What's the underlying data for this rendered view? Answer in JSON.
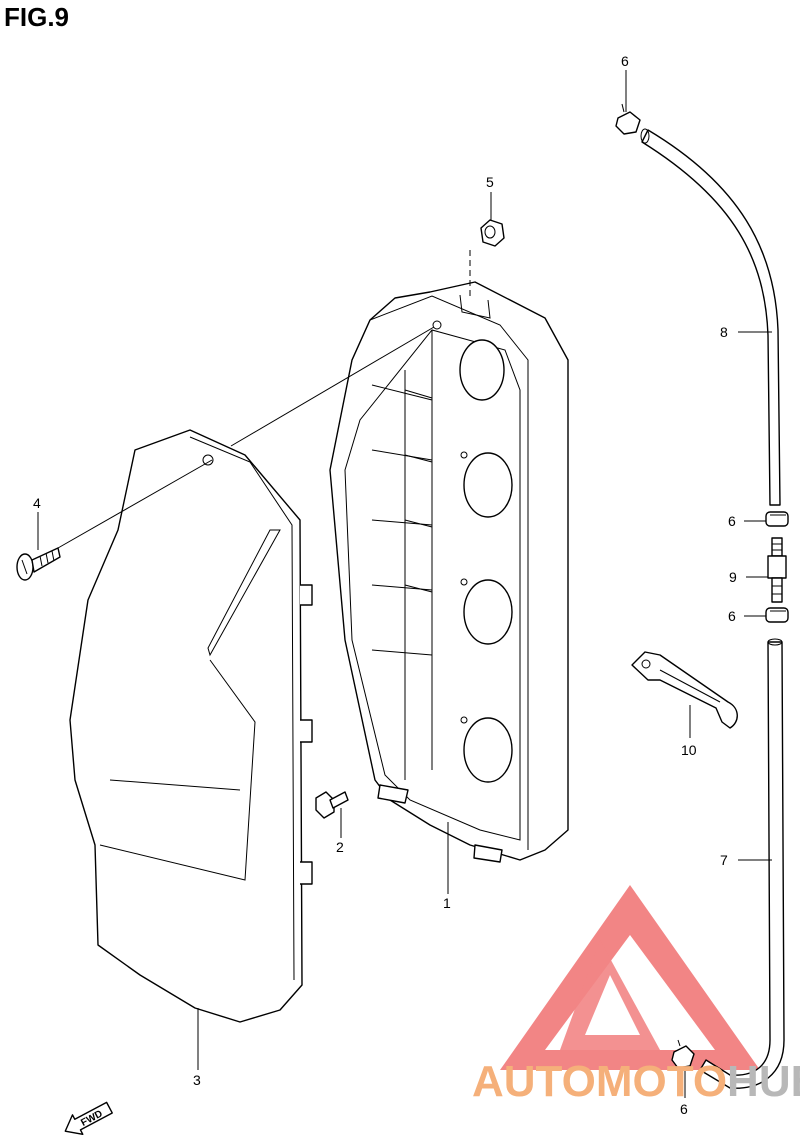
{
  "figure": {
    "title": "FIG.9"
  },
  "callouts": [
    {
      "id": "1",
      "label": "1"
    },
    {
      "id": "2",
      "label": "2"
    },
    {
      "id": "3",
      "label": "3"
    },
    {
      "id": "4",
      "label": "4"
    },
    {
      "id": "5",
      "label": "5"
    },
    {
      "id": "6a",
      "label": "6"
    },
    {
      "id": "6b",
      "label": "6"
    },
    {
      "id": "6c",
      "label": "6"
    },
    {
      "id": "6d",
      "label": "6"
    },
    {
      "id": "7",
      "label": "7"
    },
    {
      "id": "8",
      "label": "8"
    },
    {
      "id": "9",
      "label": "9"
    },
    {
      "id": "10",
      "label": "10"
    }
  ],
  "direction_marker": {
    "label": "FWD"
  },
  "watermark": {
    "part1": "AUTOMOTO",
    "part2": "HUB",
    "colors": {
      "logo": "#f07070",
      "part1": "#f5b07a",
      "part2": "#b8b8b8"
    }
  }
}
